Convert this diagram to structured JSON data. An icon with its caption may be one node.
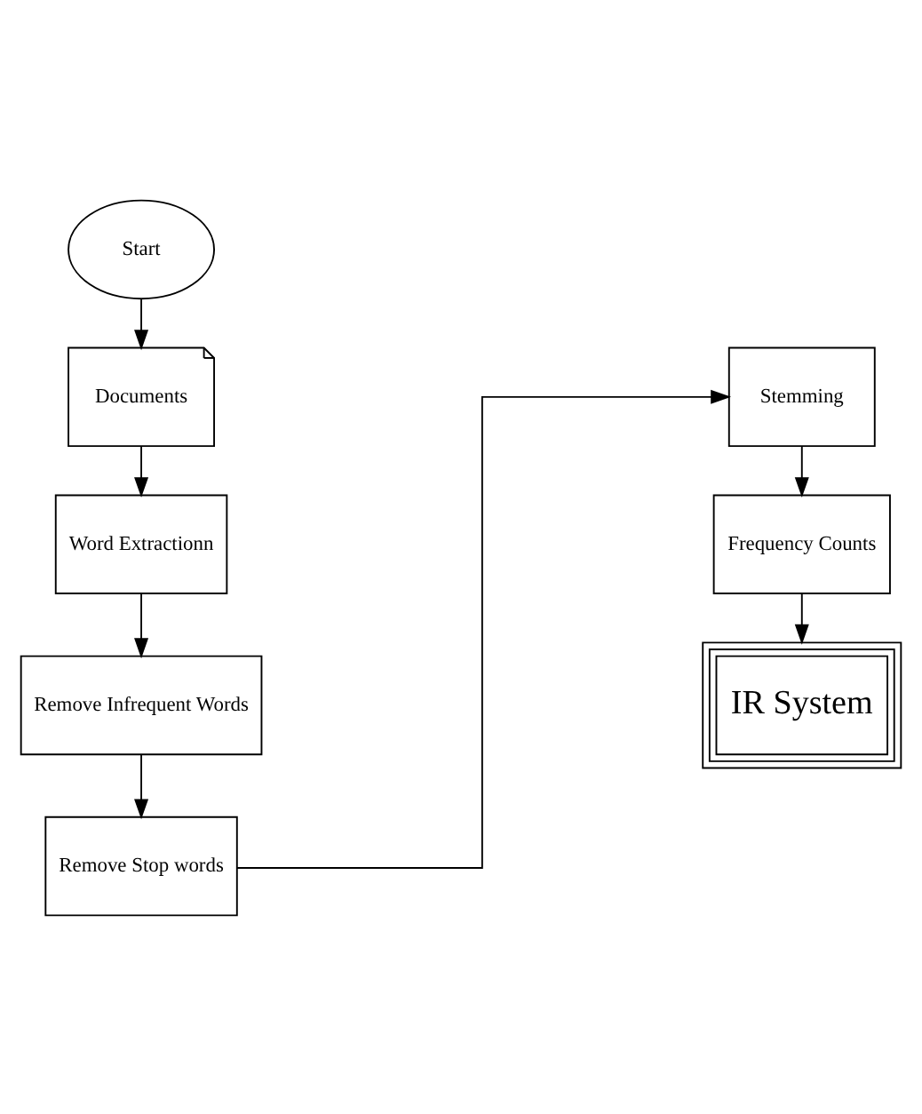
{
  "diagram": {
    "nodes": [
      {
        "text": [
          "Start"
        ]
      },
      {
        "text": [
          "Documents"
        ]
      },
      {
        "text": [
          "Word Extractionn"
        ]
      },
      {
        "text": [
          "Remove Infrequent Words"
        ]
      },
      {
        "text": [
          "Remove Stop words"
        ]
      },
      {
        "text": [
          "Stemming"
        ]
      },
      {
        "text": [
          "Frequency Counts"
        ]
      },
      {
        "text": [
          "IR System"
        ]
      }
    ],
    "edges": [
      {
        "from": 0,
        "to": 1,
        "arrow": "to"
      },
      {
        "from": 1,
        "to": 2,
        "arrow": "to"
      },
      {
        "from": 2,
        "to": 3,
        "arrow": "to"
      },
      {
        "from": 3,
        "to": 4,
        "arrow": "to"
      },
      {
        "from": 4,
        "to": 5,
        "arrow": "to"
      },
      {
        "from": 5,
        "to": 6,
        "arrow": "to"
      },
      {
        "from": 6,
        "to": 7,
        "arrow": "to"
      }
    ]
  }
}
